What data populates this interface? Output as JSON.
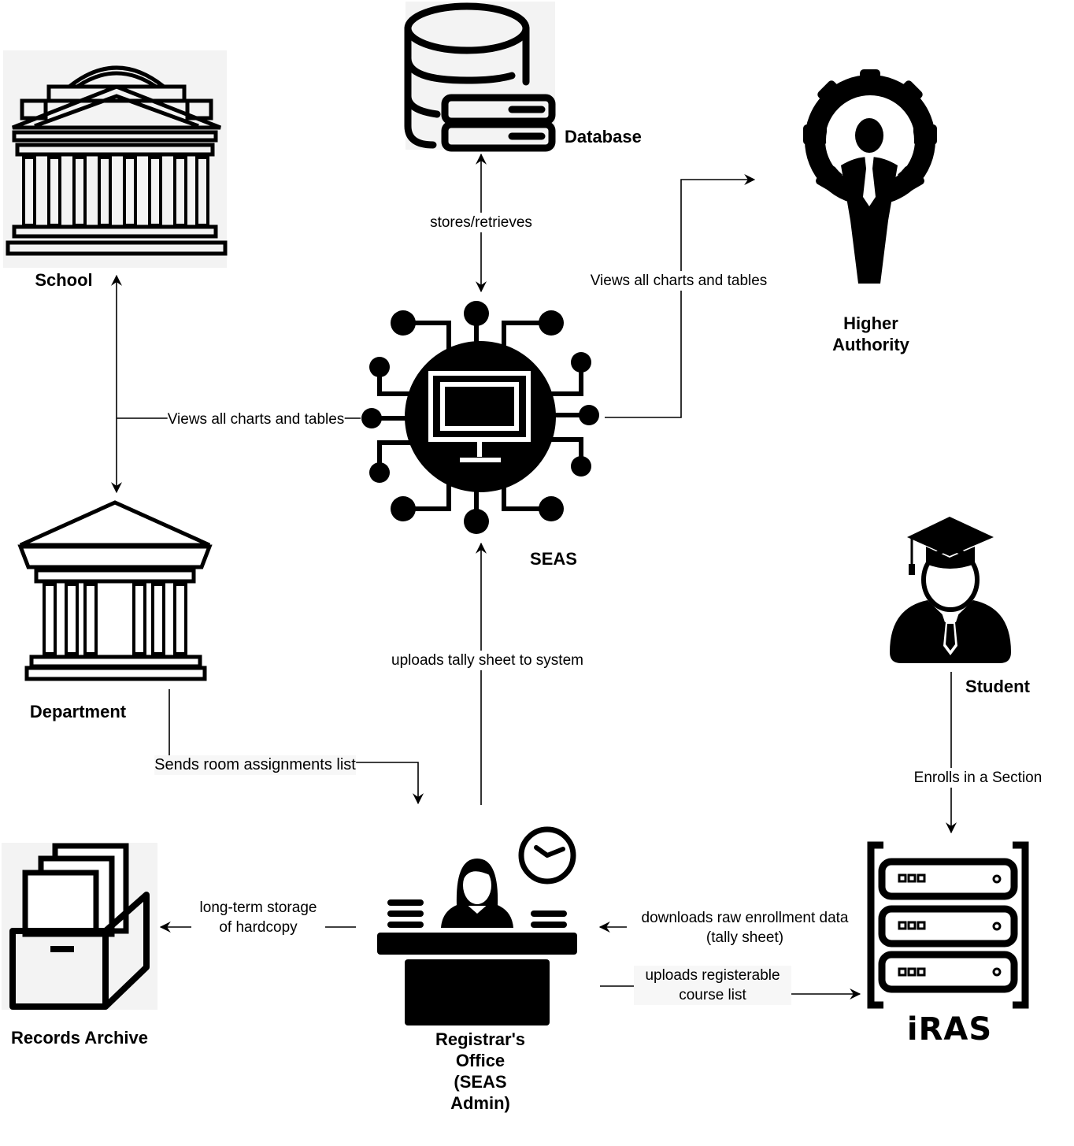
{
  "nodes": {
    "school": "School",
    "database": "Database",
    "higher_authority": "Higher Authority",
    "seas": "SEAS",
    "department": "Department",
    "student": "Student",
    "records_archive": "Records Archive",
    "registrar": "Registrar's Office (SEAS Admin)",
    "iras_logo": "iRAS"
  },
  "edges": {
    "stores": "stores/retrieves",
    "views_higher": "Views all charts and tables",
    "views_school": "Views all charts and tables",
    "uploads_tally": "uploads tally sheet to system",
    "room_assign": "Sends room assignments list",
    "enrolls": "Enrolls in a Section",
    "storage": "long-term storage of hardcopy",
    "downloads": "downloads raw enrollment data (tally sheet)",
    "uploads_course": "uploads registerable course list"
  },
  "colors": {
    "ink": "#000000",
    "background": "#ffffff",
    "checker": "#f3f3f3"
  },
  "icons": [
    "school-building-icon",
    "database-server-icon",
    "executive-gear-icon",
    "seas-circuit-monitor-icon",
    "department-building-icon",
    "graduate-student-icon",
    "archive-box-icon",
    "registrar-desk-icon",
    "clock-icon",
    "iras-server-rack-icon"
  ]
}
